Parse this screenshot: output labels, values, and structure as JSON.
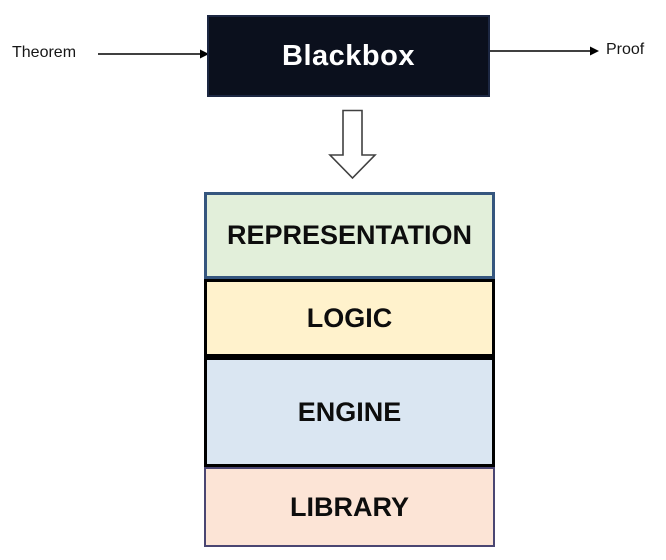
{
  "diagram": {
    "input_label": "Theorem",
    "output_label": "Proof",
    "blackbox": {
      "label": "Blackbox",
      "fill": "#0b101d",
      "border_color": "#1c2742",
      "text_color": "#ffffff"
    },
    "flow_arrow_color": "#000000",
    "down_arrow": {
      "fill": "#ffffff",
      "outline": "#404040"
    },
    "layers": [
      {
        "label": "REPRESENTATION",
        "fill": "#e2efda",
        "border_color": "#35567e"
      },
      {
        "label": "LOGIC",
        "fill": "#fff2cc",
        "border_color": "#000000"
      },
      {
        "label": "ENGINE",
        "fill": "#dae6f2",
        "border_color": "#000000"
      },
      {
        "label": "LIBRARY",
        "fill": "#fce4d6",
        "border_color": "#4a4672"
      }
    ]
  }
}
